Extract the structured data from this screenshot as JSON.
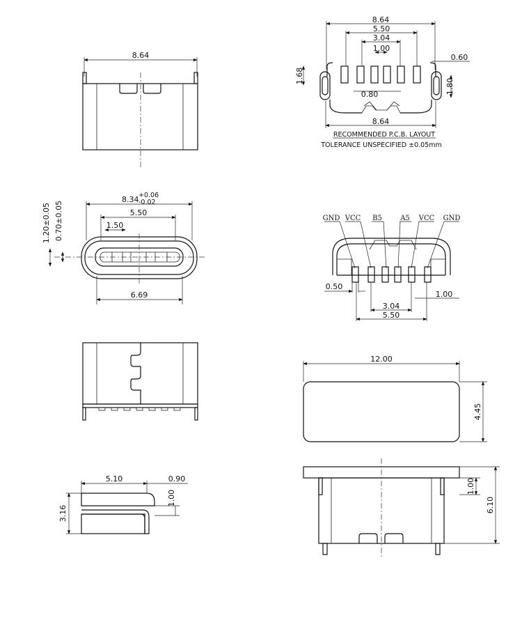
{
  "view_top_front": {
    "width": "8.64"
  },
  "view_pcb": {
    "dims": {
      "d864_top": "8.64",
      "d550": "5.50",
      "d304": "3.04",
      "d100": "1.00",
      "d060": "0.60",
      "d168": "1.68",
      "d180": "1.80",
      "d080": "0.80",
      "d864_bottom": "8.64"
    },
    "caption1": "RECOMMENDED   P.C.B.  LAYOUT",
    "caption2": "TOLERANCE  UNSPECIFIED  ±0.05mm"
  },
  "view_front_opening": {
    "width_main": "8.34",
    "tol_plus": "+0.06",
    "tol_minus": "-0.02",
    "d550": "5.50",
    "d150": "1.50",
    "d669": "6.69",
    "h120": "1.20±0.05",
    "h070": "0.70±0.05"
  },
  "view_pins": {
    "pin_labels": [
      "GND",
      "VCC",
      "B5",
      "A5",
      "VCC",
      "GND"
    ],
    "d050": "0.50",
    "d100": "1.00",
    "d304": "3.04",
    "d550": "5.50"
  },
  "view_side_small": {
    "d510": "5.10",
    "d090": "0.90",
    "d100": "1.00",
    "d316": "3.16"
  },
  "view_pad": {
    "d1200": "12.00",
    "d445": "4.45"
  },
  "view_bottom_right": {
    "d100": "1.00",
    "d610": "6.10"
  }
}
